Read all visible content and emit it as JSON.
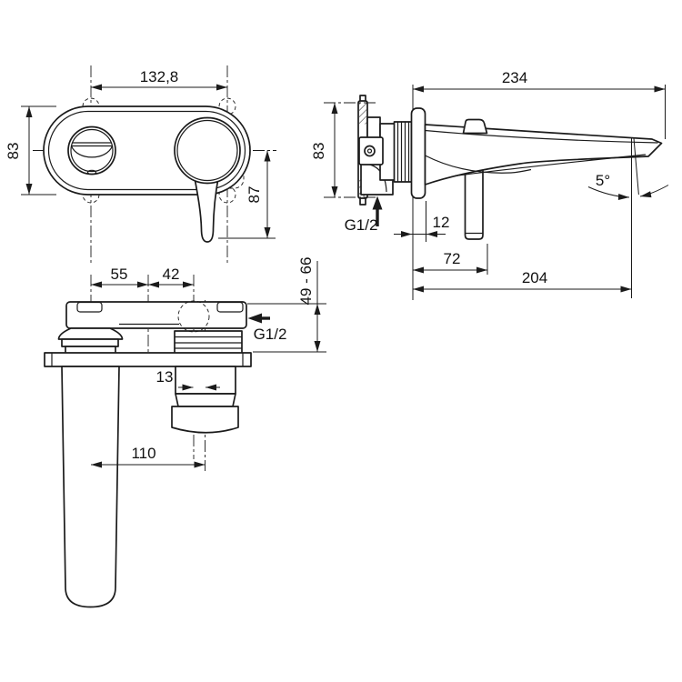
{
  "meta": {
    "description": "Technical dimension drawing of a wall-mounted single-lever basin mixer tap, three orthographic views with millimetre dimensions"
  },
  "labels": {
    "front": {
      "width": "132,8",
      "height": "83",
      "lever_drop": "87"
    },
    "side": {
      "projection": "234",
      "flange_height": "83",
      "rosette_depth": "12",
      "handle_depth": "72",
      "spout_reach": "204",
      "spout_angle": "5°",
      "thread": "G1/2"
    },
    "top": {
      "left_span": "55",
      "mid_span": "42",
      "outlet_offset": "13",
      "spout_to_outlet": "110",
      "depth_range": "49 - 66",
      "thread": "G1/2"
    }
  },
  "colors": {
    "line": "#1b1b1b",
    "background": "#ffffff"
  }
}
